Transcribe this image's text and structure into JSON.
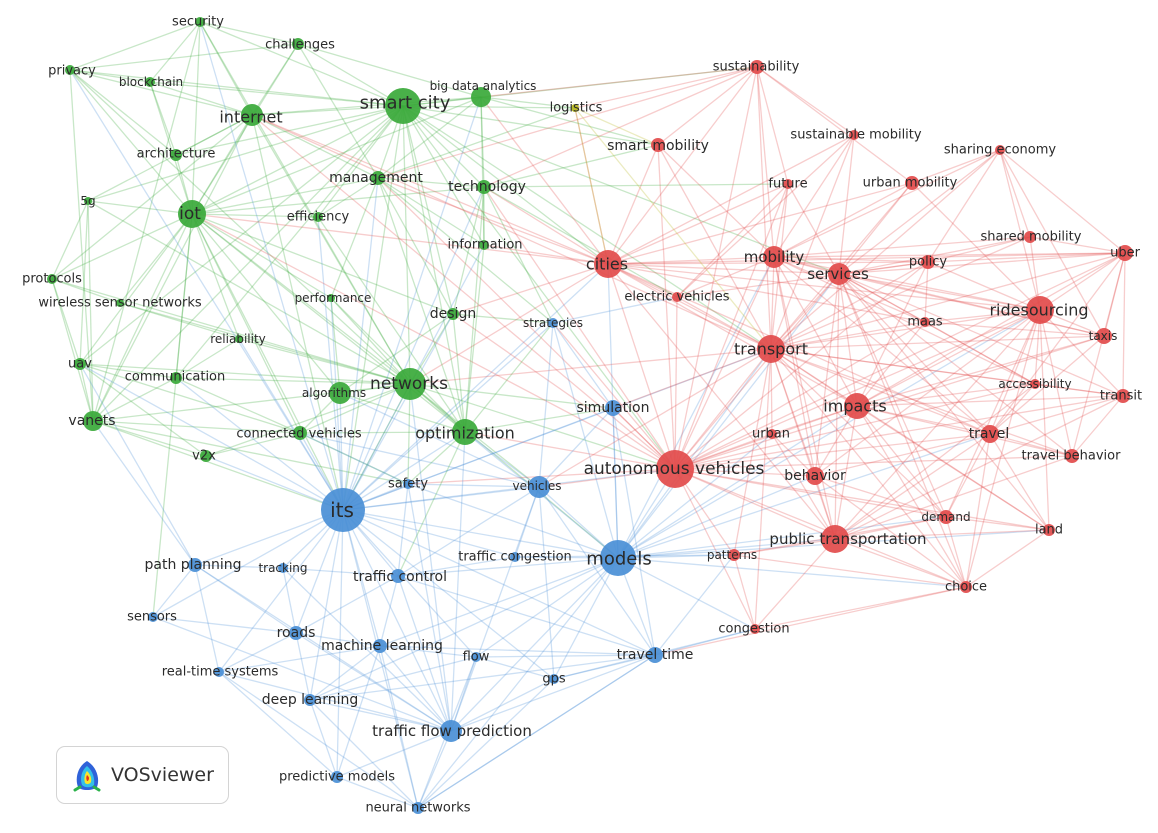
{
  "colors": {
    "green": "#3aa93a",
    "red": "#e24b4b",
    "blue": "#4a8fd6",
    "yellow": "#b8b820",
    "text": "#2a2a2a"
  },
  "brand": {
    "label": "VOSviewer"
  },
  "clusters": {
    "green": [
      "security",
      "challenges",
      "privacy",
      "blockchain",
      "big data analytics",
      "smart city",
      "internet",
      "architecture",
      "management",
      "technology",
      "5g",
      "iot",
      "efficiency",
      "information",
      "protocols",
      "wireless sensor networks",
      "performance",
      "design",
      "reliability",
      "uav",
      "communication",
      "algorithms",
      "networks",
      "vanets",
      "connected vehicles",
      "optimization",
      "v2x"
    ],
    "yellow": [
      "logistics"
    ],
    "red": [
      "sustainability",
      "smart mobility",
      "sustainable mobility",
      "sharing economy",
      "future",
      "urban mobility",
      "shared mobility",
      "cities",
      "mobility",
      "services",
      "policy",
      "uber",
      "electric vehicles",
      "ridesourcing",
      "transport",
      "maas",
      "taxis",
      "accessibility",
      "impacts",
      "transit",
      "urban",
      "travel",
      "autonomous vehicles",
      "travel behavior",
      "behavior",
      "demand",
      "land",
      "public transportation",
      "patterns",
      "choice",
      "congestion"
    ],
    "blue": [
      "strategies",
      "simulation",
      "safety",
      "vehicles",
      "its",
      "models",
      "traffic congestion",
      "path planning",
      "tracking",
      "traffic control",
      "sensors",
      "roads",
      "machine learning",
      "flow",
      "travel time",
      "real-time systems",
      "gps",
      "deep learning",
      "traffic flow prediction",
      "predictive models",
      "neural networks"
    ]
  }
}
